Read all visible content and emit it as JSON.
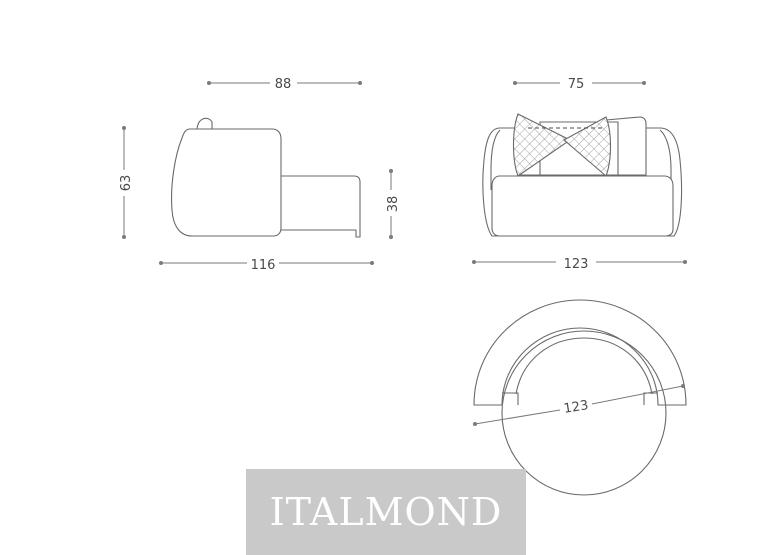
{
  "dimensions": {
    "side_depth_top": "88",
    "side_height": "63",
    "side_length": "116",
    "side_seat_height": "38",
    "front_inner_width": "75",
    "front_width": "123",
    "top_diameter": "123"
  },
  "logo": {
    "text": "ITALMOND"
  },
  "colors": {
    "line": "#6a6a6a",
    "logo_bg": "#c9c9c9",
    "logo_text": "#ffffff"
  }
}
